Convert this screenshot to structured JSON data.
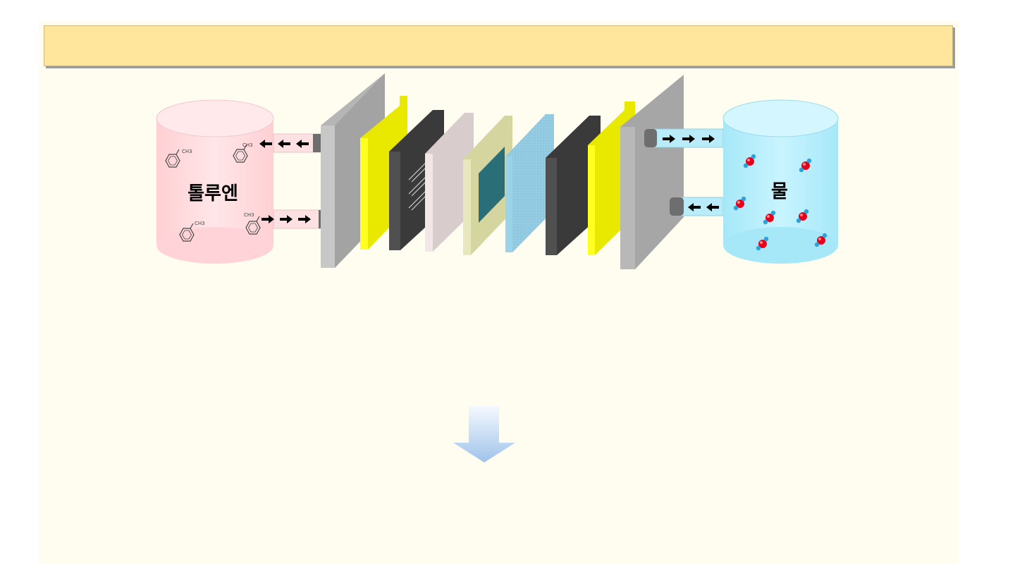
{
  "title": "",
  "tanks": {
    "left": {
      "label": "톨루엔",
      "molecule_label": "CH3",
      "color": "#ffd9dc"
    },
    "right": {
      "label": "물",
      "color": "#b3ecfa"
    }
  },
  "colors": {
    "end_plate": "#a6a6a6",
    "current_collector": "#e5e500",
    "bipolar_plate": "#3c3c3c",
    "gasket": "#ddd0d0",
    "mea_frame": "#d5d5a0",
    "mea_active": "#2a6f78",
    "gdl": "#8fc8df",
    "arrow": "#000000",
    "down_arrow": "#9fc3ea"
  },
  "icons": [
    "toluene-molecule-icon",
    "water-molecule-icon",
    "flow-arrow-icon",
    "down-arrow-icon"
  ]
}
